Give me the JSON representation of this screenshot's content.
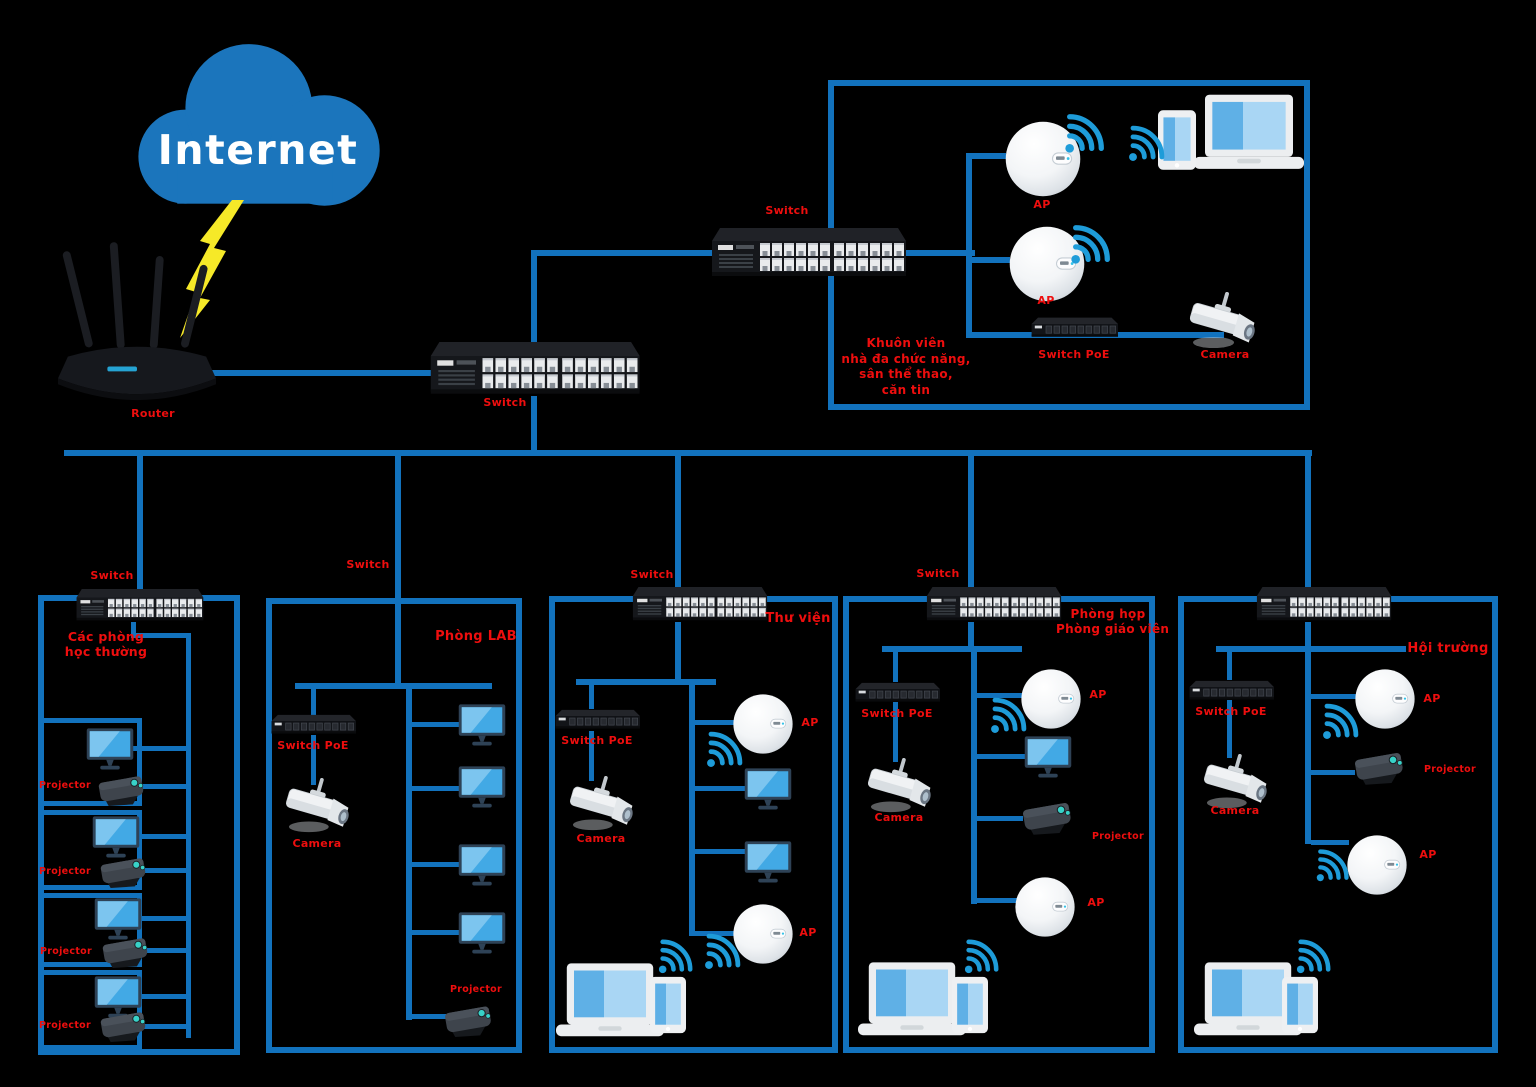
{
  "colors": {
    "line": "#1272BD",
    "red": "#EE0E0E",
    "cloud": "#1B75BC",
    "bolt": "#F6E928",
    "screen": "#42A9E5",
    "wifi": "#1E9CD9"
  },
  "internet": {
    "label": "Internet"
  },
  "device_labels": {
    "router": "Router",
    "switch": "Switch",
    "switch_poe": "Switch PoE",
    "camera": "Camera",
    "ap": "AP",
    "projector": "Projector"
  },
  "zones": {
    "campus": {
      "line1": "Khuôn viên",
      "line2": "nhà đa chức năng,",
      "line3": "sân thể thao,",
      "line4": "căn tin"
    },
    "classrooms": {
      "line1": "Các phòng",
      "line2": "học thường"
    },
    "lab": {
      "label": "Phòng LAB"
    },
    "library": {
      "label": "Thư viện"
    },
    "meeting": {
      "line1": "Phòng họp",
      "line2": "Phòng giáo viên"
    },
    "hall": {
      "label": "Hội trường"
    }
  }
}
